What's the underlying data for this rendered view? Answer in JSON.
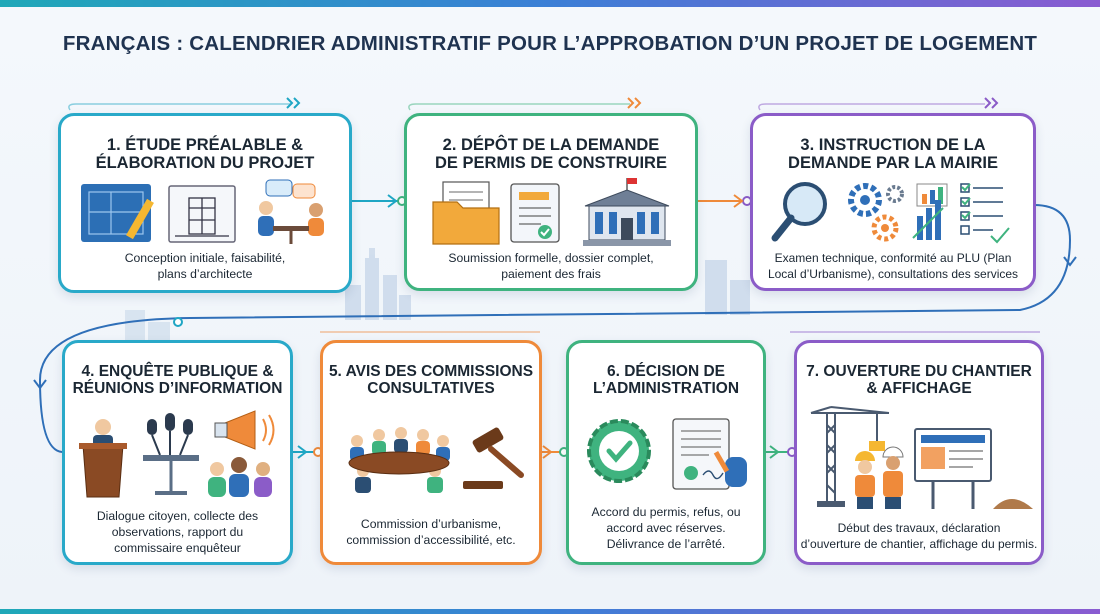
{
  "title": "FRANÇAIS : CALENDRIER ADMINISTRATIF POUR L’APPROBATION D’UN PROJET DE LOGEMENT",
  "colors": {
    "teal": "#1fa6c4",
    "green": "#3fb37f",
    "orange": "#ef8a3a",
    "purple": "#8b5cc8",
    "blue": "#2f6fb8"
  },
  "steps": [
    {
      "title_l1": "1. ÉTUDE PRÉALABLE &",
      "title_l2": "ÉLABORATION DU PROJET",
      "desc_l1": "Conception initiale, faisabilité,",
      "desc_l2": "plans d’architecte",
      "desc_l3": "",
      "icons": [
        "blueprint-icon",
        "architect-drawing-icon",
        "meeting-icon"
      ]
    },
    {
      "title_l1": "2. DÉPÔT DE LA DEMANDE",
      "title_l2": "DE PERMIS DE CONSTRUIRE",
      "desc_l1": "Soumission formelle, dossier complet,",
      "desc_l2": "paiement des frais",
      "desc_l3": "",
      "icons": [
        "folder-icon",
        "document-check-icon",
        "town-hall-icon"
      ]
    },
    {
      "title_l1": "3. INSTRUCTION DE LA",
      "title_l2": "DEMANDE PAR LA MAIRIE",
      "desc_l1": "Examen technique, conformité au PLU (Plan",
      "desc_l2": "Local d’Urbanisme), consultations des services",
      "desc_l3": "",
      "icons": [
        "magnifier-icon",
        "gears-icon",
        "checklist-chart-icon"
      ]
    },
    {
      "title_l1": "4. ENQUÊTE PUBLIQUE &",
      "title_l2": "RÉUNIONS D’INFORMATION",
      "desc_l1": "Dialogue citoyen, collecte des",
      "desc_l2": "observations, rapport du",
      "desc_l3": "commissaire enquêteur",
      "icons": [
        "podium-icon",
        "microphones-icon",
        "megaphone-icon",
        "citizens-icon"
      ]
    },
    {
      "title_l1": "5. AVIS DES COMMISSIONS",
      "title_l2": "CONSULTATIVES",
      "desc_l1": "Commission d’urbanisme,",
      "desc_l2": "commission d’accessibilité, etc.",
      "desc_l3": "",
      "icons": [
        "committee-table-icon",
        "gavel-icon"
      ]
    },
    {
      "title_l1": "6. DÉCISION DE",
      "title_l2": "L’ADMINISTRATION",
      "desc_l1": "Accord du permis, refus, ou",
      "desc_l2": "accord avec réserves.",
      "desc_l3": "Délivrance de l’arrêté.",
      "icons": [
        "approval-badge-icon",
        "signed-decree-icon"
      ]
    },
    {
      "title_l1": "7. OUVERTURE DU CHANTIER",
      "title_l2": "& AFFICHAGE",
      "desc_l1": "Début des travaux, déclaration",
      "desc_l2": "d’ouverture de chantier, affichage du permis.",
      "desc_l3": "",
      "icons": [
        "crane-icon",
        "workers-icon",
        "site-sign-icon"
      ]
    }
  ]
}
